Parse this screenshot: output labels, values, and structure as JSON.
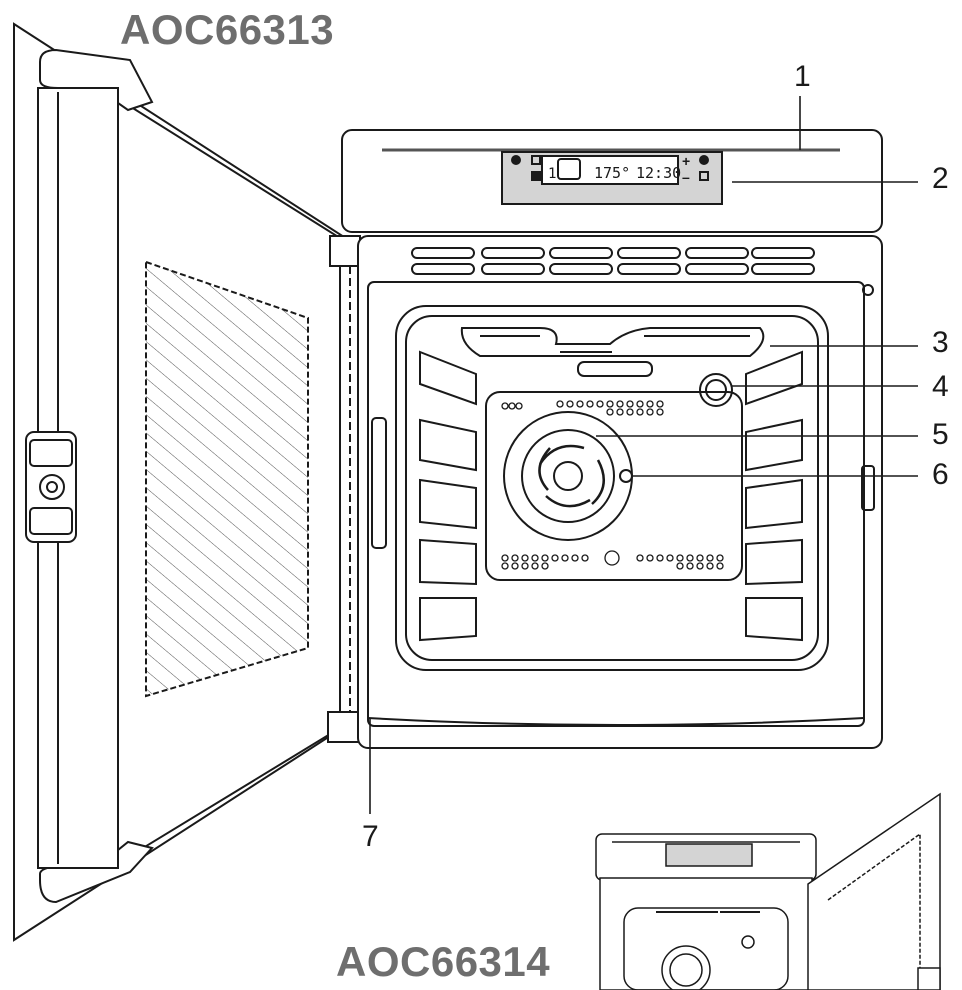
{
  "models": {
    "primary": "AOC66313",
    "secondary": "AOC66314"
  },
  "callouts": [
    "1",
    "2",
    "3",
    "4",
    "5",
    "6",
    "7"
  ],
  "display": {
    "level": "1",
    "temperature": "175°",
    "time": "12:30"
  },
  "colors": {
    "line": "#1a1a1a",
    "display_panel": "#d4d4d4",
    "title": "#6e6e6e"
  }
}
